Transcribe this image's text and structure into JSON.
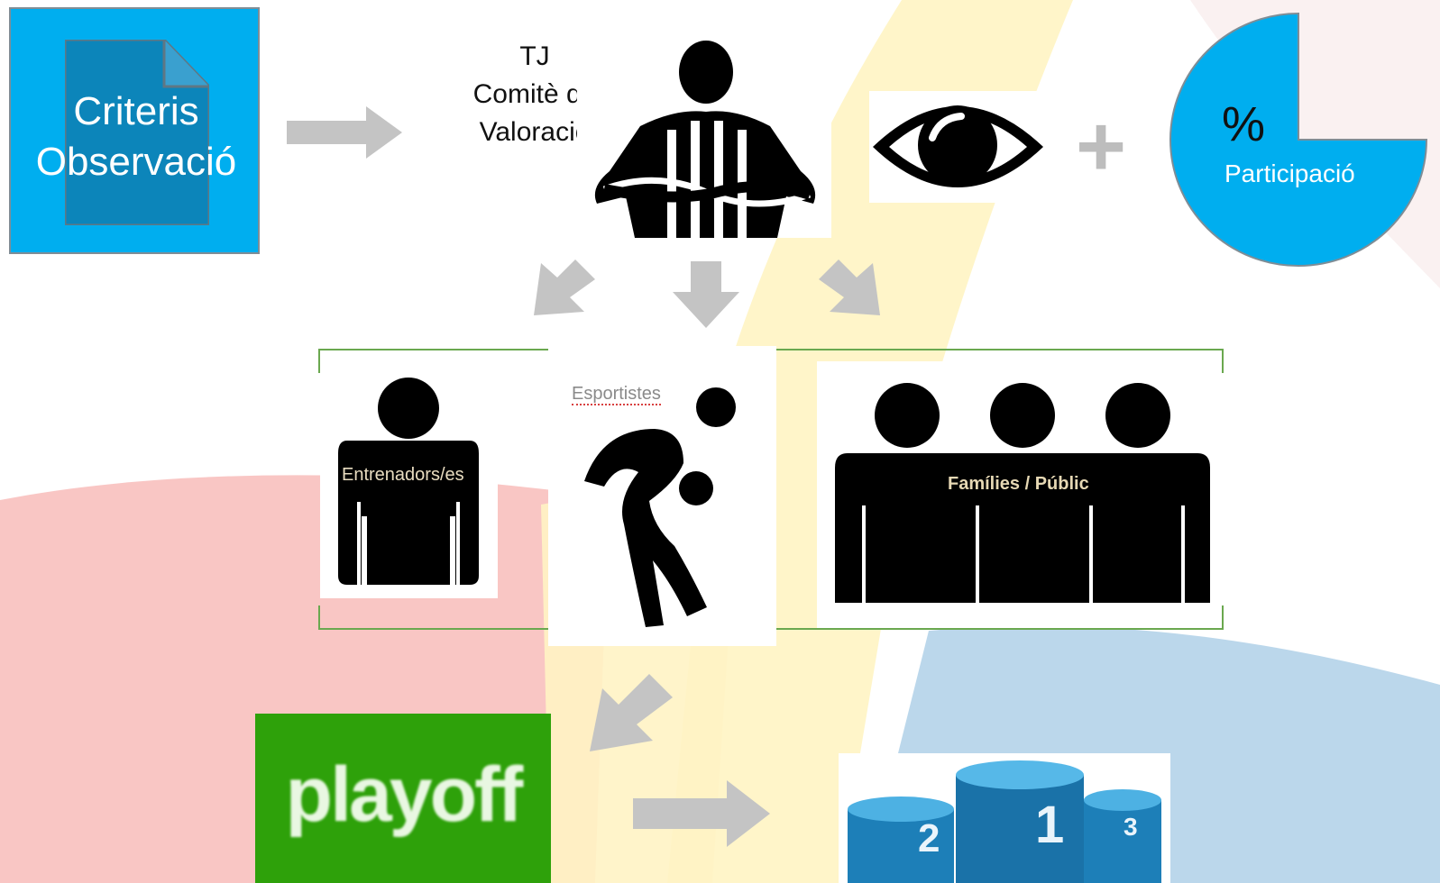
{
  "criteris": {
    "line1": "Criteris",
    "line2": "Observació"
  },
  "tj": {
    "line1": "TJ",
    "line2": "Comitè de",
    "line3": "Valoració"
  },
  "participation": {
    "percent": "%",
    "label": "Participació"
  },
  "groups": {
    "coaches": "Entrenadors/es",
    "athletes": "Esportistes",
    "families": "Famílies / Públic"
  },
  "playoff": {
    "text": "playoff"
  },
  "podium": {
    "first": "1",
    "second": "2",
    "third": "3"
  },
  "colors": {
    "cyan": "#00aeef",
    "arrow_gray": "#c4c4c4",
    "playoff_green": "#2ea10a",
    "bracket_green": "#6aa84f",
    "podium_blue": "#1d7fb8",
    "bg_red": "#f8b8b6",
    "bg_yellow": "#fff4c6",
    "bg_blue": "#b4d3e9"
  },
  "icons": [
    "document-icon",
    "right-arrow-icon",
    "referee-icon",
    "eye-icon",
    "plus-icon",
    "pie-chart-icon",
    "down-left-arrow-icon",
    "down-arrow-icon",
    "down-right-arrow-icon",
    "coach-person-icon",
    "athlete-ball-icon",
    "family-group-icon",
    "podium-icon"
  ]
}
